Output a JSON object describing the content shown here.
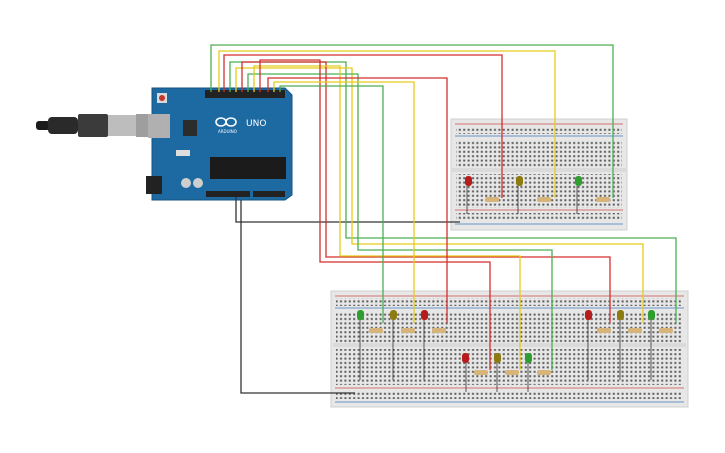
{
  "colors": {
    "background": "#ffffff",
    "arduino_board": "#1d6aa3",
    "breadboard": "#e7e7e7",
    "hole": "#5b5b5b",
    "rail_red": "#d24a4a",
    "rail_blue": "#3c78b8",
    "wire_green": "#4caf50",
    "wire_yellow": "#e8cc1a",
    "wire_red": "#d32f2f",
    "wire_black": "#333333",
    "led_red": "#b71c1c",
    "led_yellow": "#8d7b12",
    "led_green": "#2e9e2e"
  },
  "arduino": {
    "logo_text": "ARDUINO",
    "model_text": "UNO",
    "icon": "infinity-logo-icon"
  },
  "components": {
    "led_colors_top_board": [
      "red",
      "yellow",
      "green"
    ],
    "led_colors_bottom_left": [
      "green",
      "yellow",
      "red"
    ],
    "led_colors_bottom_middle": [
      "red",
      "yellow",
      "green"
    ],
    "led_colors_bottom_right": [
      "red",
      "yellow",
      "green"
    ]
  }
}
